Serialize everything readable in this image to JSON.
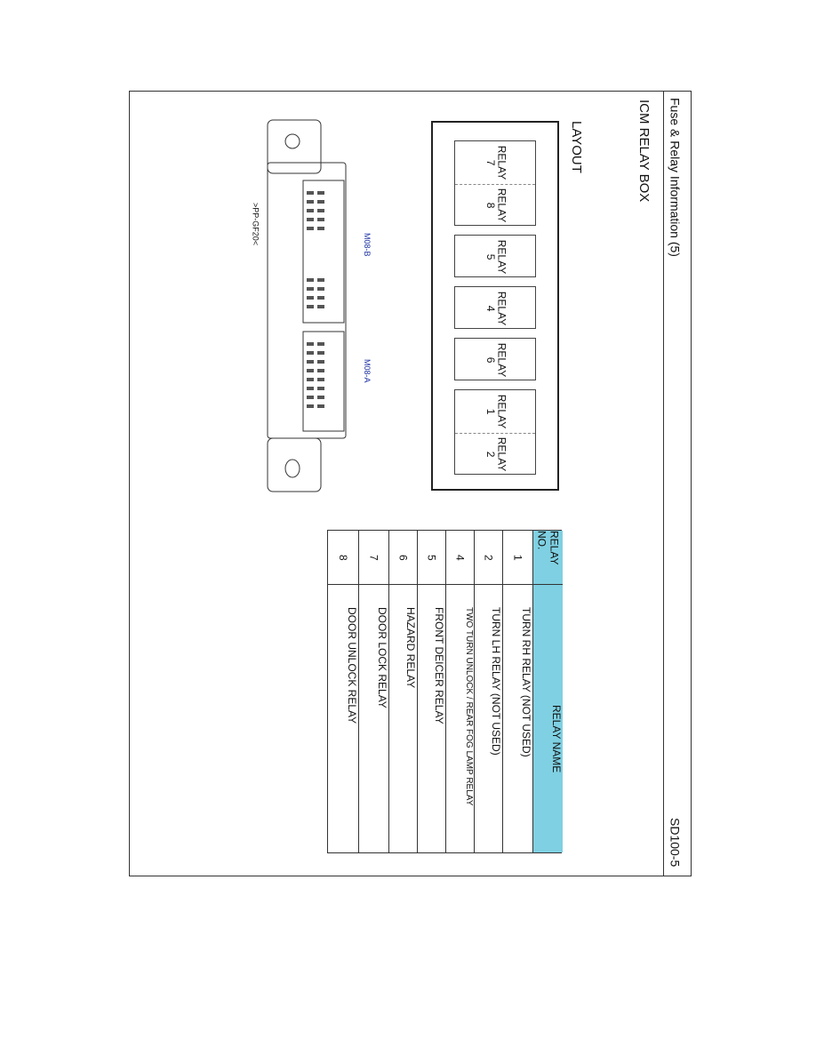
{
  "header": {
    "title": "Fuse & Relay Information   (5)",
    "page_code": "SD100-5"
  },
  "section_title": "ICM RELAY BOX",
  "layout_label": "LAYOUT",
  "relays": [
    {
      "id": "r7",
      "label": "RELAY\n7"
    },
    {
      "id": "r8",
      "label": "RELAY\n8"
    },
    {
      "id": "r5",
      "label": "RELAY\n5"
    },
    {
      "id": "r4",
      "label": "RELAY\n4"
    },
    {
      "id": "r6",
      "label": "RELAY\n6"
    },
    {
      "id": "r1",
      "label": "RELAY\n1"
    },
    {
      "id": "r2",
      "label": "RELAY\n2"
    }
  ],
  "connector": {
    "label_b": "M08-B",
    "label_a": "M08-A",
    "marking": ">PP-GF20<"
  },
  "table": {
    "col_no": "RELAY NO.",
    "col_name": "RELAY NAME",
    "rows": [
      {
        "no": "1",
        "name": "TURN RH RELAY (NOT USED)"
      },
      {
        "no": "2",
        "name": "TURN LH RELAY (NOT USED)"
      },
      {
        "no": "4",
        "name": "TWO TURN UNLOCK / REAR FOG LAMP RELAY"
      },
      {
        "no": "5",
        "name": "FRONT DEICER RELAY"
      },
      {
        "no": "6",
        "name": "HAZARD RELAY"
      },
      {
        "no": "7",
        "name": "DOOR LOCK RELAY"
      },
      {
        "no": "8",
        "name": "DOOR UNLOCK RELAY"
      }
    ]
  },
  "colors": {
    "table_header": "#7fd0e2"
  }
}
